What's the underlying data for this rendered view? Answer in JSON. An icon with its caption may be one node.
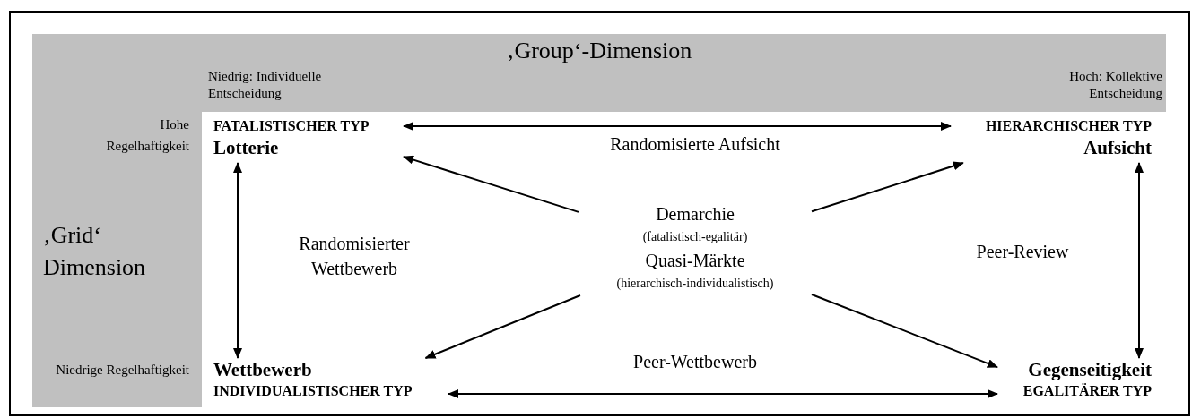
{
  "diagram": {
    "nodes": [
      {
        "text": [
          "‚Group‘-Dimension",
          "Niedrig: Individuelle Entscheidung",
          "Hoch: Kollektive Entscheidung"
        ]
      },
      {
        "text": [
          "Hohe Regelhaftigkeit",
          "‚Grid‘ Dimension",
          "Niedrige Regelhaftigkeit"
        ]
      },
      {
        "text": [
          "FATALISTISCHER TYP",
          "Lotterie"
        ]
      },
      {
        "text": [
          "HIERARCHISCHER TYP",
          "Aufsicht"
        ]
      },
      {
        "text": [
          "Demarchie",
          "(fatalistisch-egalitär)",
          "Quasi-Märkte",
          "(hierarchisch-individualistisch)"
        ]
      },
      {
        "text": [
          "Wettbewerb",
          "INDIVIDUALISTISCHER TYP"
        ]
      },
      {
        "text": [
          "Gegenseitigkeit",
          "EGALITÄRER TYP"
        ]
      }
    ],
    "edges": [
      {
        "from": 2,
        "to": 3,
        "arrow": "both",
        "label": "Randomisierte Aufsicht"
      },
      {
        "from": 4,
        "to": 2,
        "arrow": "to"
      },
      {
        "from": 4,
        "to": 3,
        "arrow": "to"
      },
      {
        "from": 2,
        "to": 5,
        "arrow": "both",
        "label": "Randomisierter Wettbewerb"
      },
      {
        "from": 3,
        "to": 6,
        "arrow": "both",
        "label": "Peer-Review"
      },
      {
        "from": 4,
        "to": 5,
        "arrow": "to"
      },
      {
        "from": 4,
        "to": 6,
        "arrow": "to"
      },
      {
        "from": 5,
        "to": 6,
        "arrow": "both",
        "label": "Peer-Wettbewerb"
      }
    ]
  }
}
